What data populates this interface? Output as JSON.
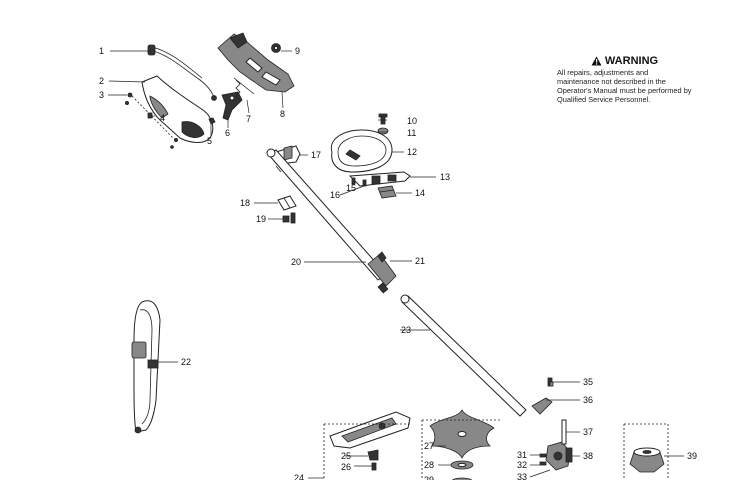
{
  "warning": {
    "title": "WARNING",
    "text": "All repairs, adjustments and maintenance not described in the Operator's Manual must be performed by Qualified Service Personnel."
  },
  "parts": {
    "p1": "1",
    "p2": "2",
    "p3": "3",
    "p4": "4",
    "p5": "5",
    "p6": "6",
    "p7": "7",
    "p8": "8",
    "p9": "9",
    "p10": "10",
    "p11": "11",
    "p12": "12",
    "p13": "13",
    "p14": "14",
    "p15": "15",
    "p16": "16",
    "p17": "17",
    "p18": "18",
    "p19": "19",
    "p20": "20",
    "p21": "21",
    "p22": "22",
    "p23": "23",
    "p24": "24",
    "p25": "25",
    "p26": "26",
    "p27": "27",
    "p28": "28",
    "p29": "29",
    "p31": "31",
    "p32": "32",
    "p33": "33",
    "p35": "35",
    "p36": "36",
    "p37": "37",
    "p38": "38",
    "p39": "39"
  }
}
